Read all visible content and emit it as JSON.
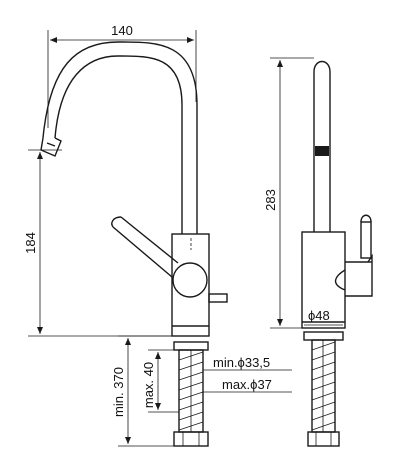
{
  "dimensions": {
    "spout_reach": "140",
    "side_height": "283",
    "front_height": "184",
    "min_supply": "min. 370",
    "max_deck": "max. 40",
    "base_diameter": "ϕ48",
    "hole_min": "min.ϕ33,5",
    "hole_max": "max.ϕ37"
  }
}
